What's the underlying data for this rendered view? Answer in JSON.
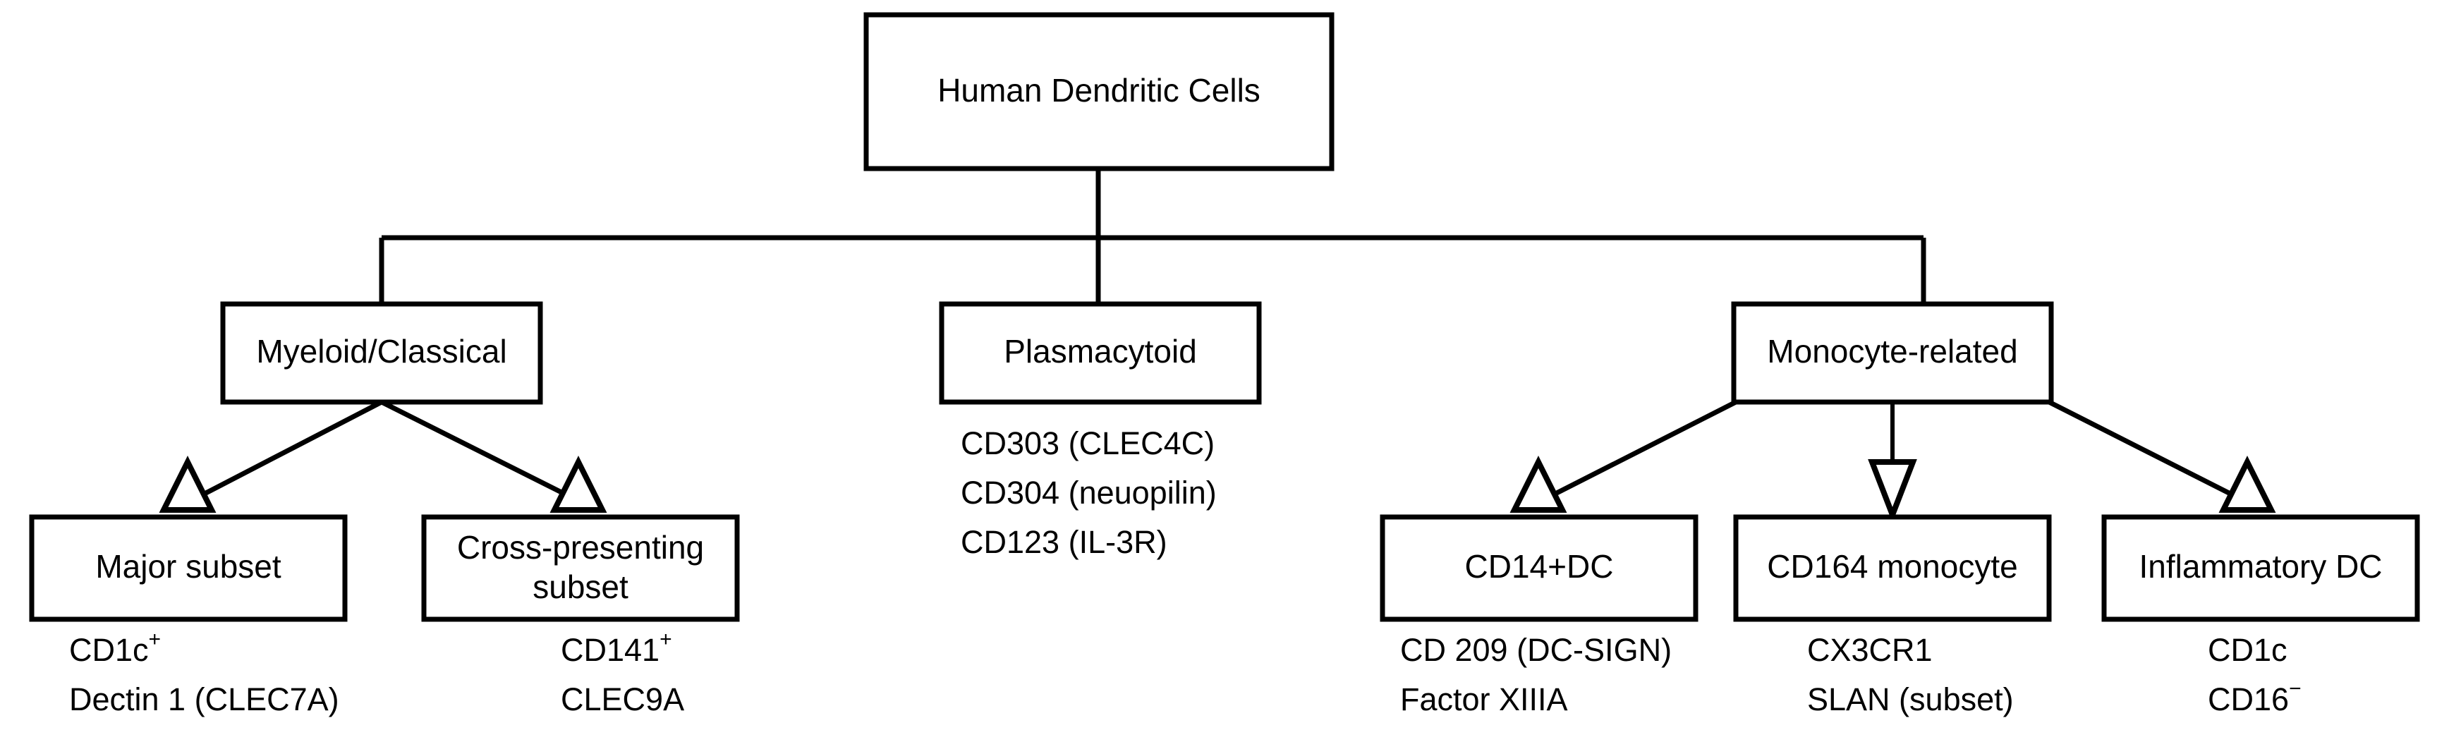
{
  "diagram": {
    "title": "Human Dendritic Cells",
    "type": "hierarchy-tree",
    "background_color": "#ffffff",
    "line_color": "#000000",
    "text_color": "#000000",
    "root": {
      "label": "Human Dendritic Cells"
    },
    "level2": [
      {
        "id": "myeloid",
        "label": "Myeloid/Classical",
        "markers": []
      },
      {
        "id": "plasmacytoid",
        "label": "Plasmacytoid",
        "markers": [
          {
            "text": "CD303 (CLEC4C)",
            "sup": ""
          },
          {
            "text": "CD304 (neuopilin)",
            "sup": ""
          },
          {
            "text": "CD123 (IL-3R)",
            "sup": ""
          }
        ]
      },
      {
        "id": "monocyte-related",
        "label": "Monocyte-related",
        "markers": []
      }
    ],
    "level3": [
      {
        "id": "major-subset",
        "label_line1": "Major subset",
        "label_line2": "",
        "arrow": "open-triangle-up",
        "markers": [
          {
            "text": "CD1c",
            "sup": "+"
          },
          {
            "text": "Dectin 1 (CLEC7A)",
            "sup": ""
          }
        ]
      },
      {
        "id": "cross-presenting-subset",
        "label_line1": "Cross-presenting",
        "label_line2": "subset",
        "arrow": "open-triangle-up",
        "markers": [
          {
            "text": "CD141",
            "sup": "+"
          },
          {
            "text": "CLEC9A",
            "sup": ""
          }
        ]
      },
      {
        "id": "cd14-dc",
        "label_line1": "CD14+DC",
        "label_line2": "",
        "arrow": "open-triangle-up",
        "markers": [
          {
            "text": "CD 209 (DC-SIGN)",
            "sup": ""
          },
          {
            "text": "Factor XIIIA",
            "sup": ""
          }
        ]
      },
      {
        "id": "cd164-monocyte",
        "label_line1": "CD164 monocyte",
        "label_line2": "",
        "arrow": "open-arrow-down",
        "markers": [
          {
            "text": "CX3CR1",
            "sup": ""
          },
          {
            "text": "SLAN (subset)",
            "sup": ""
          }
        ]
      },
      {
        "id": "inflammatory-dc",
        "label_line1": "Inflammatory DC",
        "label_line2": "",
        "arrow": "open-triangle-up",
        "markers": [
          {
            "text": "CD1c",
            "sup": ""
          },
          {
            "text": "CD16",
            "sup": "−"
          }
        ]
      }
    ]
  }
}
